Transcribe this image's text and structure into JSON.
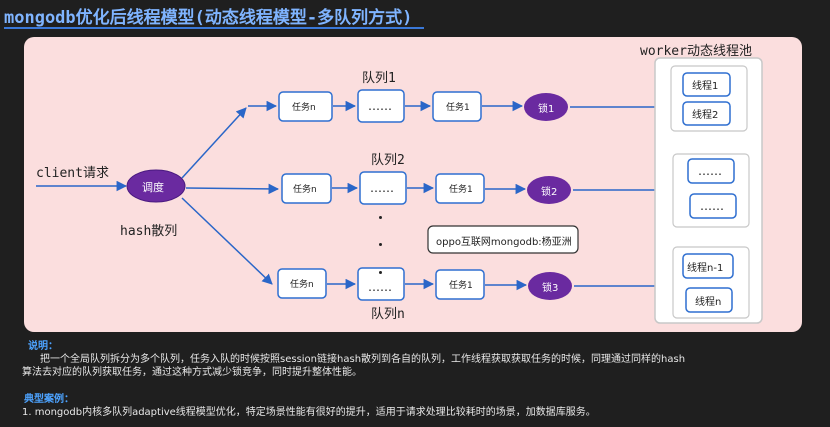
{
  "title": "mongodb优化后线程模型(动态线程模型-多队列方式)",
  "diagram": {
    "client_label": "client请求",
    "hash_label": "hash散列",
    "dispatcher": "调度",
    "worker_pool_label": "worker动态线程池",
    "watermark": "oppo互联网mongodb:杨亚洲",
    "queues": [
      {
        "label": "队列1",
        "task_first": "任务n",
        "ellipsis": "……",
        "task_last": "任务1",
        "lock": "锁1"
      },
      {
        "label": "队列2",
        "task_first": "任务n",
        "ellipsis": "……",
        "task_last": "任务1",
        "lock": "锁2"
      },
      {
        "label": "队列n",
        "task_first": "任务n",
        "ellipsis": "……",
        "task_last": "任务1",
        "lock": "锁3"
      }
    ],
    "worker_groups": [
      [
        "线程1",
        "线程2"
      ],
      [
        "……",
        "……"
      ],
      [
        "线程n-1",
        "线程n"
      ]
    ]
  },
  "notes": {
    "desc_heading": "说明：",
    "desc_line1": "把一个全局队列拆分为多个队列，任务入队的时候按照session链接hash散列到各自的队列，工作线程获取获取任务的时候，同理通过同样的hash",
    "desc_line2": "算法去对应的队列获取任务，通过这种方式减少锁竞争，同时提升整体性能。",
    "case_heading": "典型案例：",
    "case_line1": "1. mongodb内核多队列adaptive线程模型优化，特定场景性能有很好的提升，适用于请求处理比较耗时的场景，加数据库服务。"
  },
  "colors": {
    "panel": "#fbdede",
    "box_border": "#2f6fd0",
    "lock_fill": "#6a2aa0",
    "arrow": "#2a66c8",
    "heading": "#4da3ff"
  }
}
